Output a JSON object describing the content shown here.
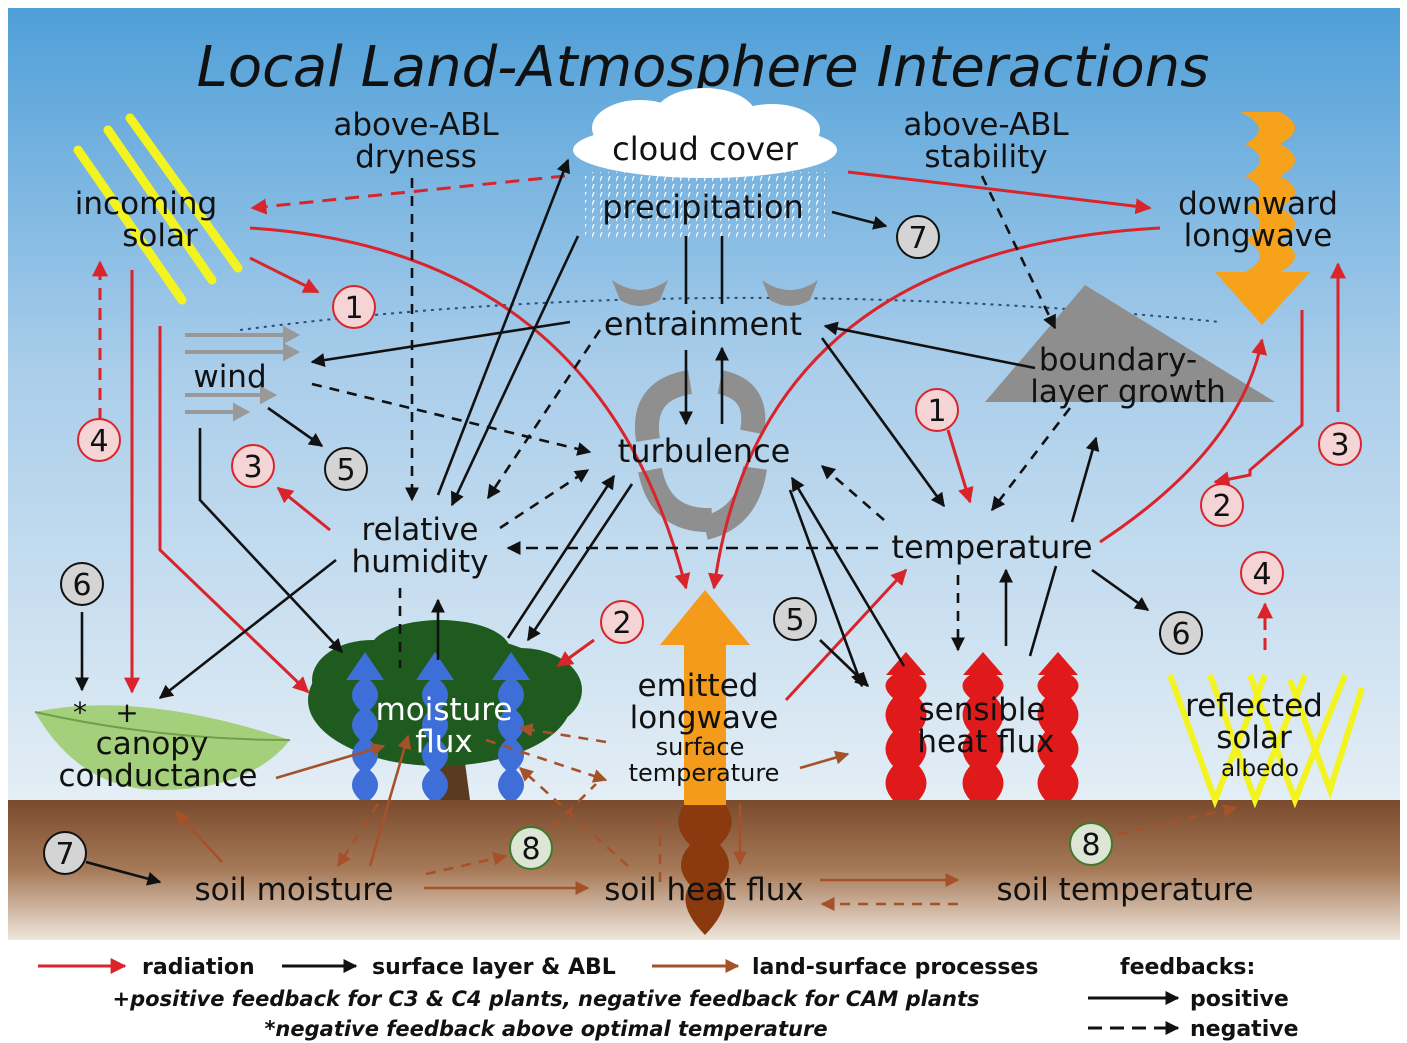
{
  "title": "Local Land-Atmosphere Interactions",
  "labels": {
    "above_abl_dryness_1": "above-ABL",
    "above_abl_dryness_2": "dryness",
    "cloud_cover": "cloud cover",
    "precipitation": "precipitation",
    "above_abl_stability_1": "above-ABL",
    "above_abl_stability_2": "stability",
    "incoming_solar_1": "incoming",
    "incoming_solar_2": "solar",
    "downward_longwave_1": "downward",
    "downward_longwave_2": "longwave",
    "entrainment": "entrainment",
    "wind": "wind",
    "boundary_layer_growth_1": "boundary-",
    "boundary_layer_growth_2": "layer growth",
    "turbulence": "turbulence",
    "relative_humidity_1": "relative",
    "relative_humidity_2": "humidity",
    "temperature": "temperature",
    "plus_sign": "+",
    "star_sign": "*",
    "canopy_conductance_1": "canopy",
    "canopy_conductance_2": "conductance",
    "moisture_flux_1": "moisture",
    "moisture_flux_2": "flux",
    "emitted_longwave_1": "emitted",
    "emitted_longwave_2": "longwave",
    "surface_temperature_1": "surface",
    "surface_temperature_2": "temperature",
    "sensible_heat_flux_1": "sensible",
    "sensible_heat_flux_2": "heat flux",
    "reflected_solar_1": "reflected",
    "reflected_solar_2": "solar",
    "albedo": "albedo",
    "soil_moisture": "soil moisture",
    "soil_heat_flux": "soil heat flux",
    "soil_temperature": "soil temperature"
  },
  "markers": {
    "m1_left": "1",
    "m1_right": "1",
    "m2_left": "2",
    "m2_right": "2",
    "m3_left": "3",
    "m3_right": "3",
    "m4_left": "4",
    "m4_right": "4",
    "m5_left": "5",
    "m5_right": "5",
    "m6_left": "6",
    "m6_right": "6",
    "m7_top": "7",
    "m7_bottom": "7",
    "m8_left": "8",
    "m8_right": "8"
  },
  "legend": {
    "radiation": "radiation",
    "surface_layer_abl": "surface layer & ABL",
    "land_surface_processes": "land-surface processes",
    "feedbacks": "feedbacks:",
    "positive": "positive",
    "negative": "negative",
    "note_plus": "+positive feedback for C3 & C4 plants, negative feedback for CAM plants",
    "note_star": "*negative feedback above optimal temperature"
  },
  "colors": {
    "radiation": "#d8242a",
    "surface_layer_abl": "#111111",
    "land_surface_processes": "#a5522a",
    "sky_top": "#4f9fd8",
    "sky_bottom": "#dbe9f3",
    "soil": "#8a5b3b"
  }
}
